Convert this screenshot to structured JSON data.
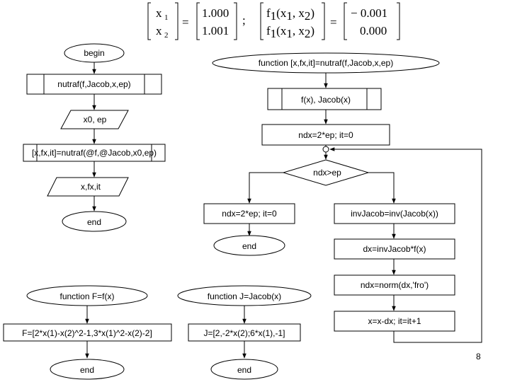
{
  "equation": {
    "left_vector": [
      "x",
      "x"
    ],
    "left_subscripts": [
      "1",
      "2"
    ],
    "left_values": [
      "1.000",
      "1.001"
    ],
    "separator": ";",
    "right_functions": [
      "f",
      "f"
    ],
    "right_subscripts": [
      "1",
      "1"
    ],
    "right_args": [
      "(x",
      "(x"
    ],
    "arg_subscripts_a": [
      "1",
      "1"
    ],
    "arg_mid": [
      ", x",
      ", x"
    ],
    "arg_subscripts_b": [
      "2",
      "2"
    ],
    "arg_close": [
      ")",
      ")"
    ],
    "right_values": [
      "− 0.001",
      "0.000"
    ],
    "equals": "="
  },
  "main_flow": {
    "begin": "begin",
    "call_nutraf": "nutraf(f,Jacob,x,ep)",
    "input": "x0, ep",
    "call_full": "[x,fx,it]=nutraf(@f,@Jacob,x0,ep)",
    "output": "x,fx,it",
    "end": "end"
  },
  "nutraf_flow": {
    "header": "function  [x,fx,it]=nutraf(f,Jacob,x,ep)",
    "sub_calls": "f(x), Jacob(x)",
    "init": "ndx=2*ep;  it=0",
    "condition": "ndx>ep",
    "no_branch_init": "ndx=2*ep;  it=0",
    "no_branch_end": "end",
    "inv": "invJacob=inv(Jacob(x))",
    "dx": "dx=invJacob*f(x)",
    "norm": "ndx=norm(dx,'fro')",
    "update": "x=x-dx;   it=it+1"
  },
  "f_flow": {
    "header": "function  F=f(x)",
    "body": "F=[2*x(1)-x(2)^2-1,3*x(1)^2-x(2)-2]",
    "end": "end"
  },
  "jacob_flow": {
    "header": "function  J=Jacob(x)",
    "body": "J=[2,-2*x(2);6*x(1),-1]",
    "end": "end"
  },
  "page_number": "8"
}
